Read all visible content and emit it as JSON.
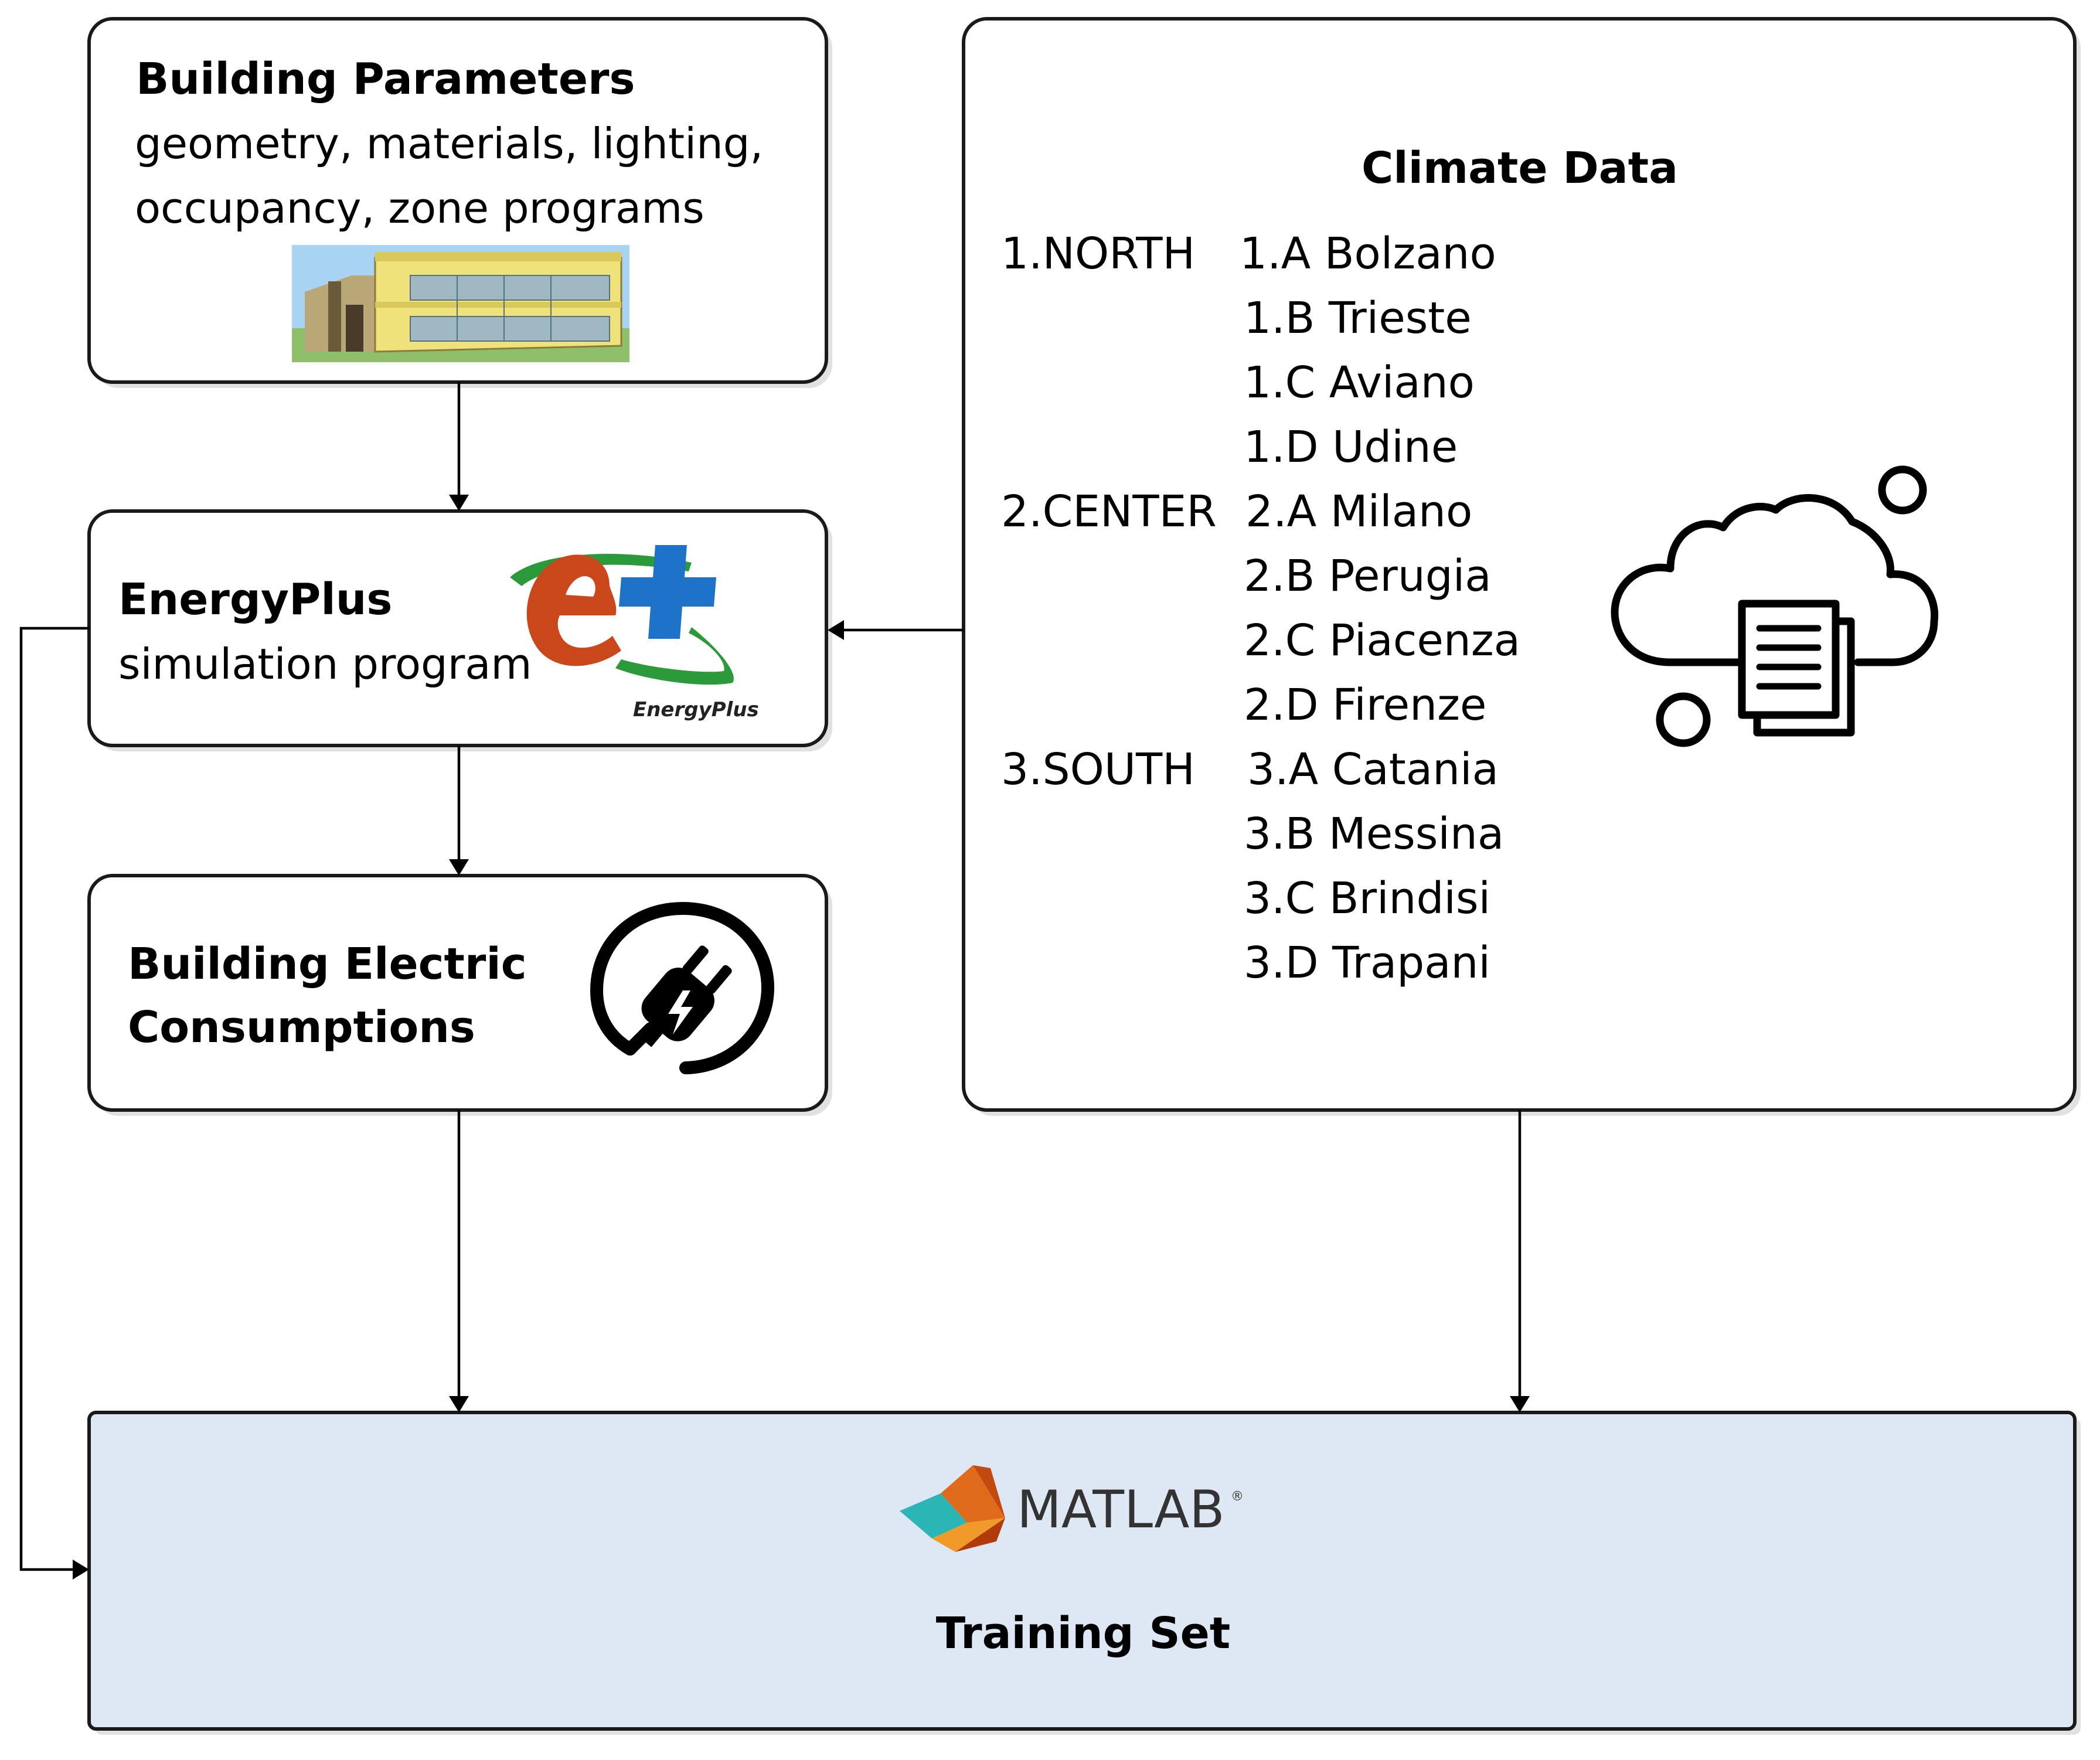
{
  "building_parameters": {
    "title": "Building Parameters",
    "line1": "geometry, materials, lighting,",
    "line2": "occupancy, zone programs"
  },
  "energyplus": {
    "title": "EnergyPlus",
    "subtitle": "simulation program",
    "logo_caption": "EnergyPlus"
  },
  "electric": {
    "title_line1": "Building Electric",
    "title_line2": "Consumptions",
    "icon": "power-plug-icon"
  },
  "climate": {
    "title": "Climate Data",
    "regions": [
      {
        "label": "1.NORTH",
        "cities": [
          "1.A Bolzano",
          "1.B Trieste",
          "1.C Aviano",
          "1.D Udine"
        ]
      },
      {
        "label": "2.CENTER",
        "cities": [
          "2.A Milano",
          "2.B Perugia",
          "2.C Piacenza",
          "2.D Firenze"
        ]
      },
      {
        "label": "3.SOUTH",
        "cities": [
          "3.A Catania",
          "3.B Messina",
          "3.C Brindisi",
          "3.D Trapani"
        ]
      }
    ],
    "icon": "cloud-document-icon"
  },
  "training": {
    "logo_text": "MATLAB",
    "logo_mark": "®",
    "title": "Training Set"
  },
  "colors": {
    "training_fill": "#dde8f4",
    "energyplus_red": "#c9471b",
    "energyplus_blue": "#1e73c8",
    "energyplus_green": "#2a9a3a",
    "building_yellow": "#f0e27a",
    "sky_blue": "#a9d3f2"
  }
}
